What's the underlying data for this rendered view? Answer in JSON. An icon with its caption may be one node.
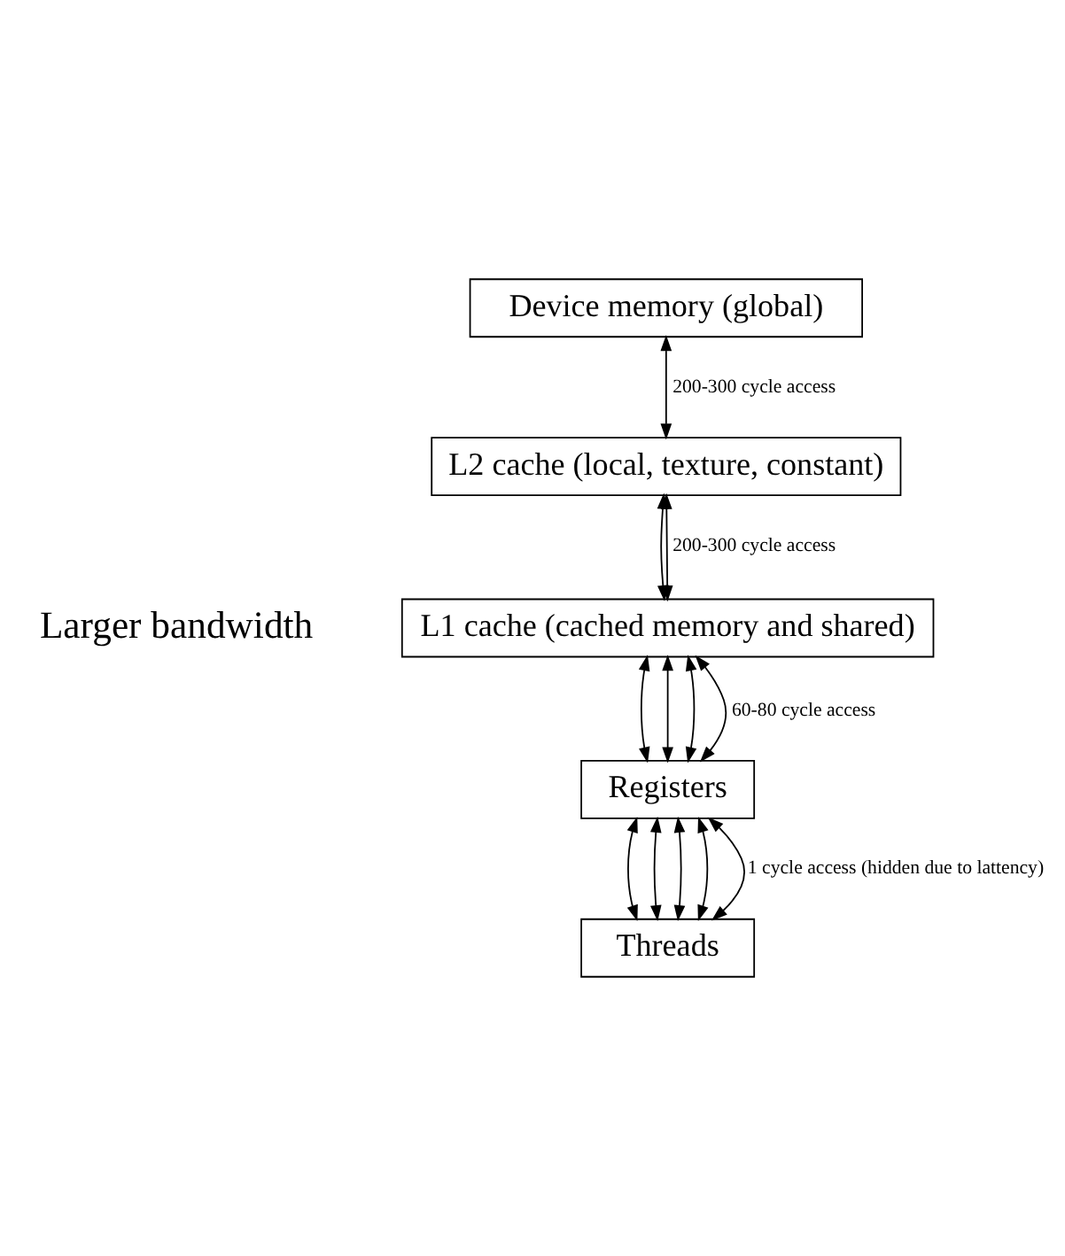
{
  "diagram": {
    "nodes": [
      {
        "text": [
          "Device memory (global)"
        ]
      },
      {
        "text": [
          "L2 cache (local, texture, constant)"
        ]
      },
      {
        "text": [
          "L1 cache (cached memory and shared)"
        ]
      },
      {
        "text": [
          "Registers"
        ]
      },
      {
        "text": [
          "Threads"
        ]
      }
    ],
    "edges": [
      {
        "from": 0,
        "to": 1,
        "arrow": "both",
        "label": "200-300 cycle access"
      },
      {
        "from": 1,
        "to": 2,
        "arrow": "both"
      },
      {
        "from": 1,
        "to": 2,
        "arrow": "both",
        "label": "200-300 cycle access"
      },
      {
        "from": 2,
        "to": 3,
        "arrow": "both"
      },
      {
        "from": 2,
        "to": 3,
        "arrow": "both"
      },
      {
        "from": 2,
        "to": 3,
        "arrow": "both"
      },
      {
        "from": 2,
        "to": 3,
        "arrow": "both",
        "label": "60-80 cycle access"
      },
      {
        "from": 3,
        "to": 4,
        "arrow": "both"
      },
      {
        "from": 3,
        "to": 4,
        "arrow": "both"
      },
      {
        "from": 3,
        "to": 4,
        "arrow": "both"
      },
      {
        "from": 3,
        "to": 4,
        "arrow": "both"
      },
      {
        "from": 3,
        "to": 4,
        "arrow": "both",
        "label": "1 cycle access (hidden due to lattency)"
      }
    ],
    "labels": [
      "Larger bandwidth"
    ]
  }
}
